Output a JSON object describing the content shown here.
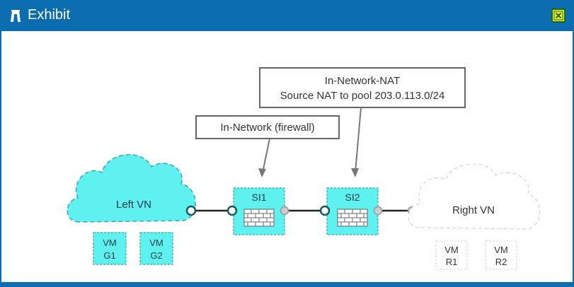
{
  "window": {
    "title": "Exhibit",
    "icon": "exhibit-icon",
    "close_icon": "close-icon",
    "titlebar_color": "#0b6cb0"
  },
  "diagram": {
    "callouts": {
      "nat": {
        "line1": "In-Network-NAT",
        "line2": "Source NAT to pool 203.0.113.0/24"
      },
      "firewall": {
        "text": "In-Network (firewall)"
      }
    },
    "left_vn": {
      "label": "Left VN",
      "color": "#5ff0f0",
      "vms": [
        {
          "line1": "VM",
          "line2": "G1"
        },
        {
          "line1": "VM",
          "line2": "G2"
        }
      ]
    },
    "right_vn": {
      "label": "Right VN",
      "vms": [
        {
          "line1": "VM",
          "line2": "R1"
        },
        {
          "line1": "VM",
          "line2": "R2"
        }
      ]
    },
    "service_instances": [
      {
        "label": "SI1",
        "icon": "firewall-icon"
      },
      {
        "label": "SI2",
        "icon": "firewall-icon"
      }
    ]
  }
}
